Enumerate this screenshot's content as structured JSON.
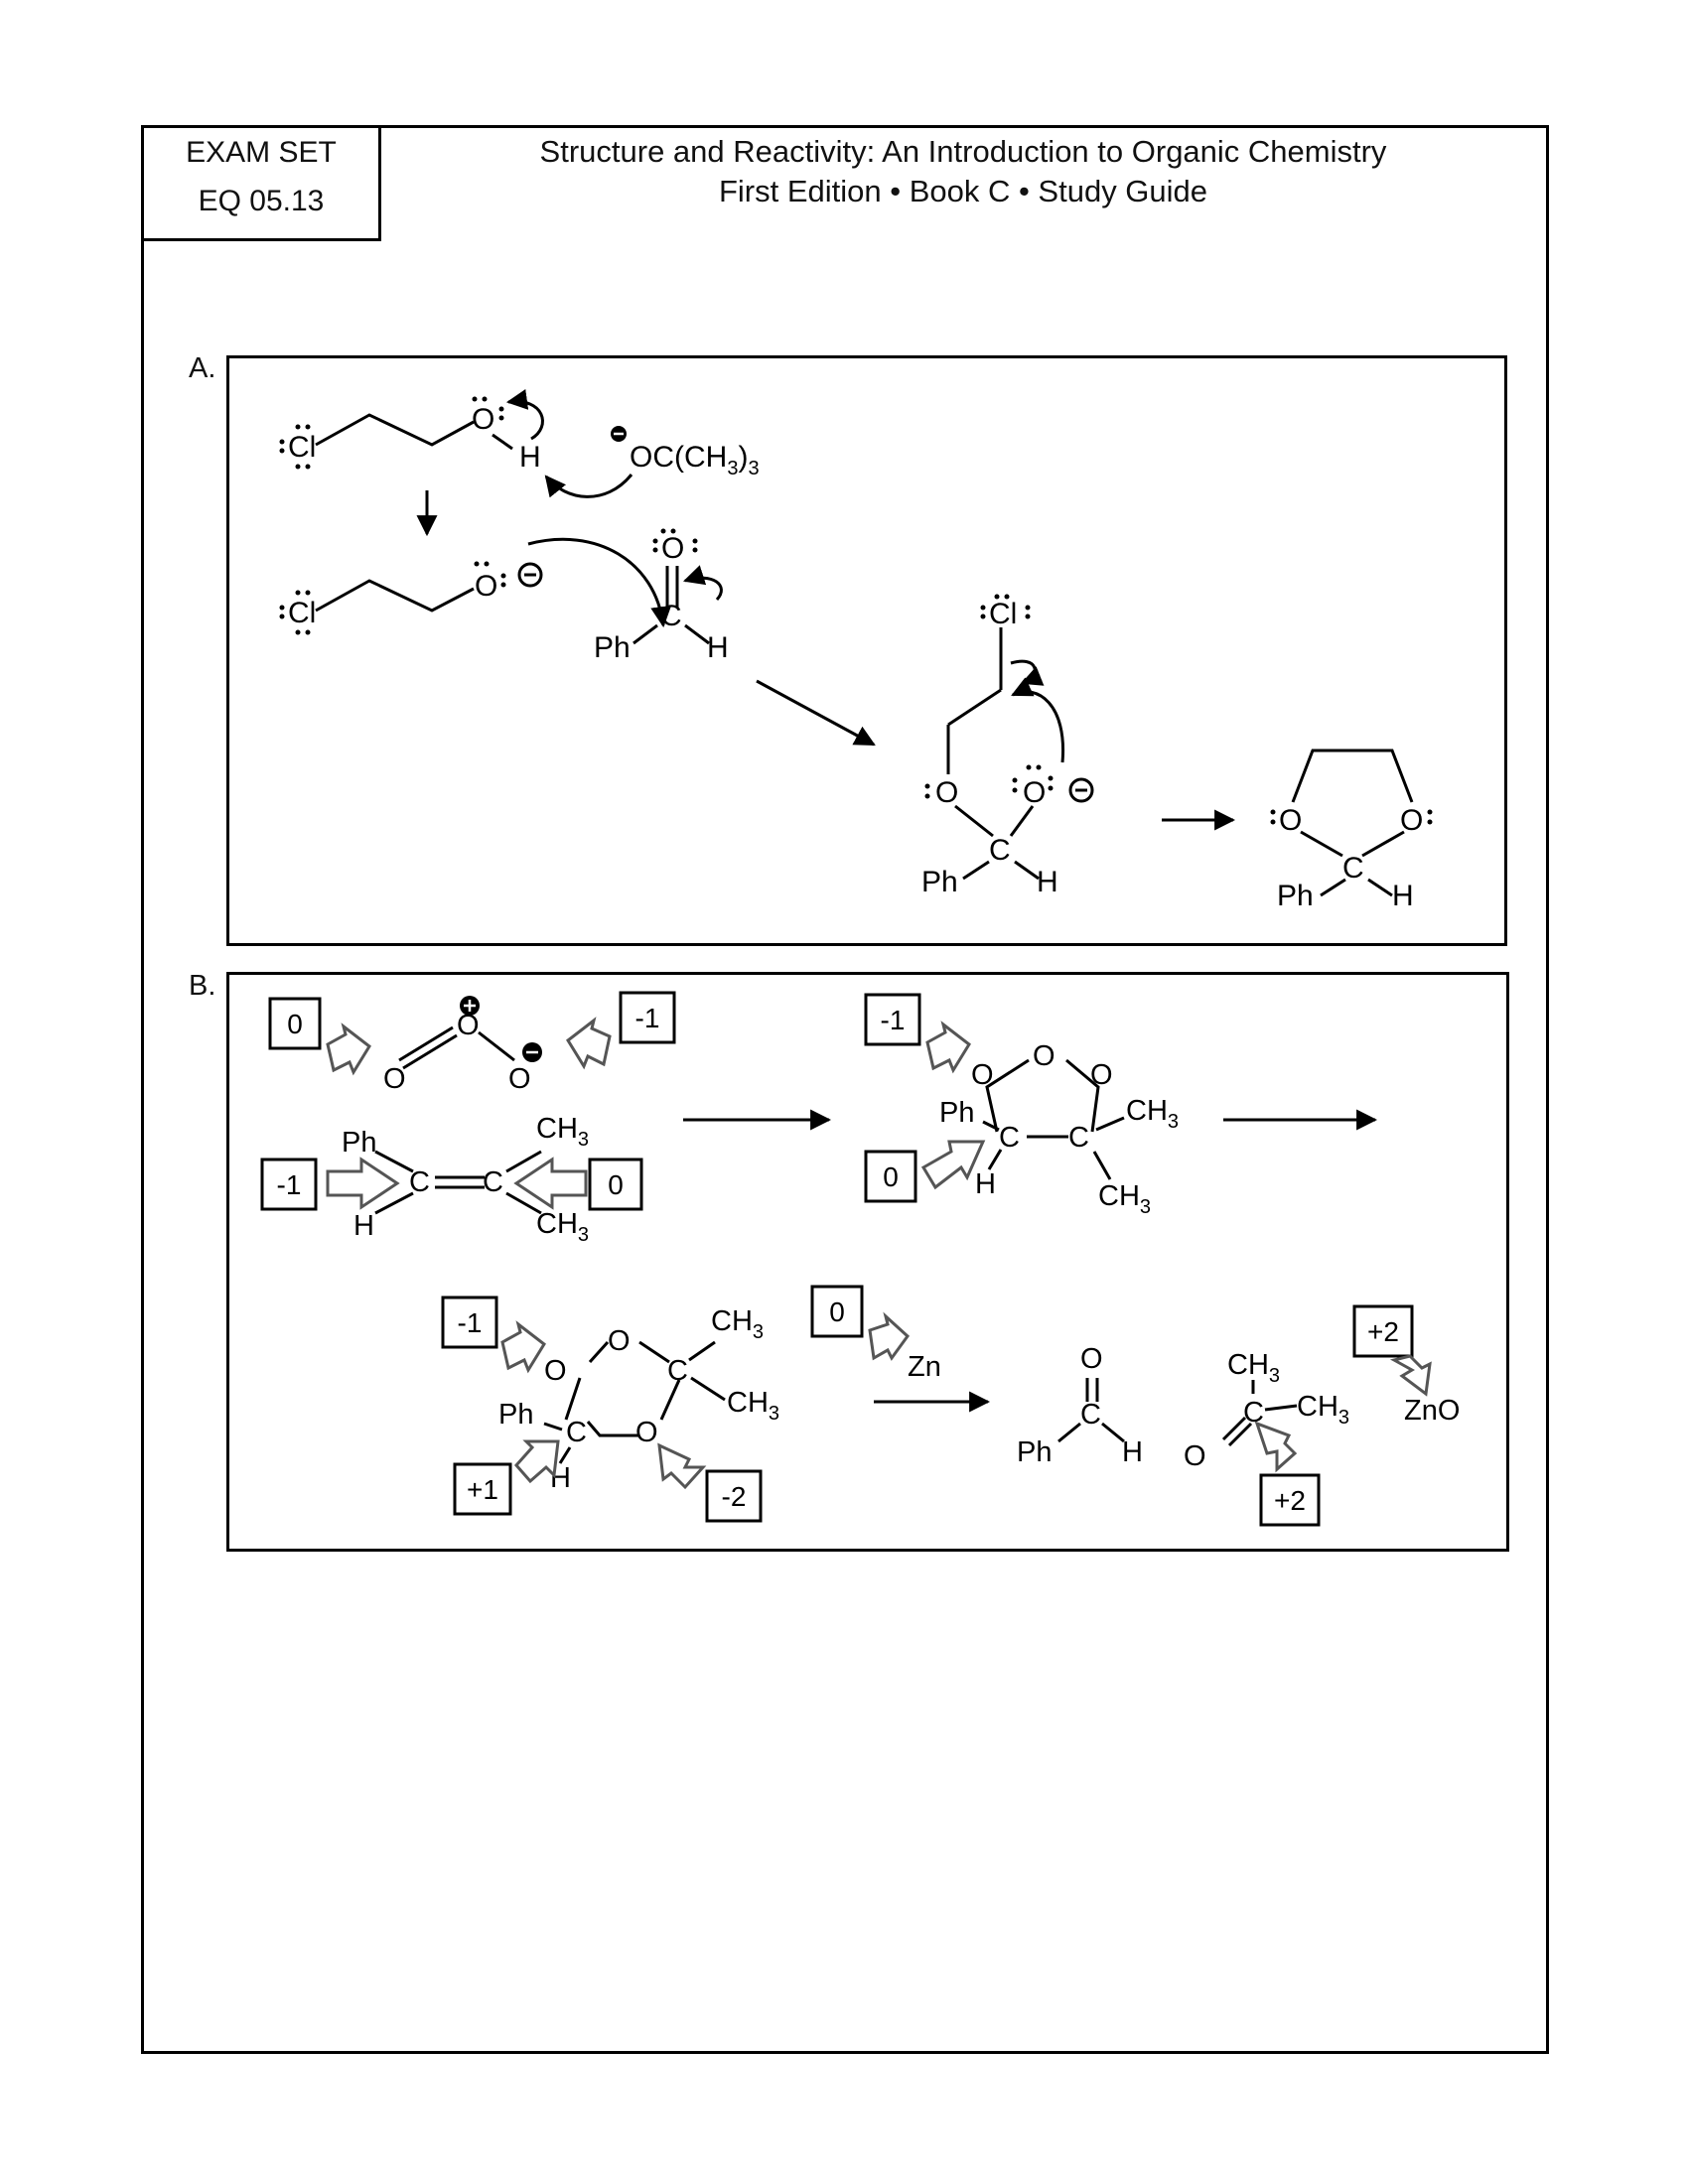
{
  "header": {
    "exam_set": "EXAM SET",
    "question_id": "EQ 05.13",
    "title_line1": "Structure and Reactivity: An Introduction to Organic Chemistry",
    "title_line2": "First Edition • Book C • Study Guide"
  },
  "section_a": {
    "label": "A.",
    "atoms": {
      "cl": "Cl",
      "cl_top": "Cl",
      "o": "O",
      "h": "H",
      "c": "C",
      "ph": "Ph",
      "base": "OC(CH",
      "base_sub": "3",
      "base_close": ")",
      "base_sub2": "3"
    }
  },
  "section_b": {
    "label": "B.",
    "atoms": {
      "o": "O",
      "c": "C",
      "h": "H",
      "ph": "Ph",
      "ch": "CH",
      "sub3": "3",
      "zn": "Zn",
      "zno": "ZnO"
    },
    "charges": {
      "ozone_o1": "0",
      "ozone_o3": "-1",
      "alkene_c1": "-1",
      "alkene_c2": "0",
      "molozonide_o": "-1",
      "molozonide_c": "0",
      "ozonide_o": "-1",
      "ozonide_c": "+1",
      "ozonide_o2": "-2",
      "zinc": "0",
      "zno_zn": "+2",
      "ketone_c": "+2"
    }
  }
}
